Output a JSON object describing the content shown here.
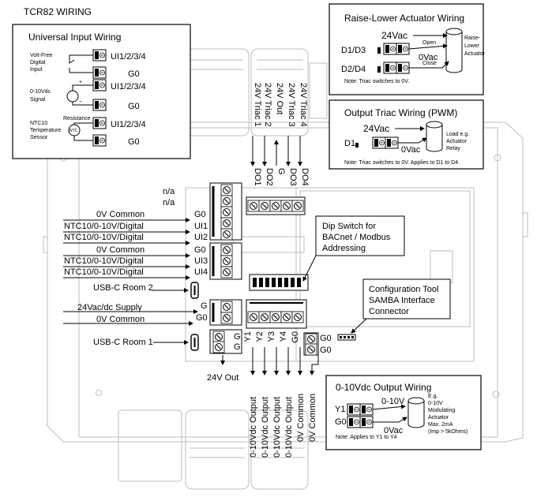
{
  "title": "TCR82 WIRING",
  "universal_input": {
    "title": "Universal Input Wiring",
    "volt_free": [
      "Volt-Free",
      "Digital",
      "Input"
    ],
    "signal": [
      "0-10Vdc",
      "Signal"
    ],
    "resistance": "Resistance",
    "ntc_badge": "NTC",
    "ntc_sensor": [
      "NTC10",
      "Temperature",
      "Sensor"
    ],
    "ui_label": "UI1/2/3/4",
    "g0_label": "G0"
  },
  "raise_lower": {
    "title": "Raise-Lower Actuator Wiring",
    "supply": "24Vac",
    "d1d3": "D1/D3",
    "d2d4": "D2/D4",
    "open": "Open",
    "close": "Close",
    "zero_vac": "0Vac",
    "actuator": [
      "Raise-",
      "Lower",
      "Actuator"
    ],
    "note": "Note: Triac switches to 0V."
  },
  "triac_pwm": {
    "title": "Output Triac Wiring (PWM)",
    "supply": "24Vac",
    "d1": "D1",
    "zero_vac": "0Vac",
    "load": [
      "Load e.g.",
      "Actuator",
      "Relay"
    ],
    "note": "Note: Triac switches to 0V. Applies to D1 to D4."
  },
  "output_0_10": {
    "title": "0-10Vdc Output Wiring",
    "y1": "Y1",
    "g0": "G0",
    "v010": "0-10V",
    "zero_vac": "0Vac",
    "actuator": [
      "E.g.",
      "0-10V",
      "Modulating",
      "Actuator",
      "Max. 2mA",
      "(Imp > 5kOhms)"
    ],
    "note": "Note: Applies to Y1 to Y4"
  },
  "top_wires": [
    "24V Triac 1",
    "24V Triac 2",
    "24V Out",
    "24V Triac 3",
    "24V Triac 4"
  ],
  "top_terminals": [
    "DO1",
    "DO2",
    "G",
    "DO3",
    "DO4"
  ],
  "left_labels": {
    "na1": "n/a",
    "na2": "n/a",
    "rows": [
      {
        "wire": "0V Common",
        "term": "G0"
      },
      {
        "wire": "NTC10/0-10V/Digital",
        "term": "UI1"
      },
      {
        "wire": "NTC10/0-10V/Digital",
        "term": "UI2"
      },
      {
        "wire": "0V Common",
        "term": "G0"
      },
      {
        "wire": "NTC10/0-10V/Digital",
        "term": "UI3"
      },
      {
        "wire": "NTC10/0-10V/Digital",
        "term": "UI4"
      }
    ],
    "usb2": "USB-C Room 2",
    "supply": "24Vac/dc Supply",
    "supply_term": "G",
    "common": "0V Common",
    "common_term": "G0",
    "usb1": "USB-C Room 1",
    "gg1": "G",
    "gg2": "G",
    "out24": "24V Out"
  },
  "dip_note": [
    "Dip Switch for",
    "BACnet / Modbus",
    "Addressing"
  ],
  "config_note": [
    "Configuration Tool",
    "SAMBA Interface",
    "Connector"
  ],
  "bottom_terminals": [
    "Y1",
    "Y2",
    "Y3",
    "Y4",
    "G0"
  ],
  "bottom_wires": [
    "0-10Vdc Output",
    "0-10Vdc Output",
    "0-10Vdc Output",
    "0-10Vdc Output",
    "0V Common",
    "0V Common"
  ],
  "g0_small": [
    "G0",
    "G0"
  ]
}
